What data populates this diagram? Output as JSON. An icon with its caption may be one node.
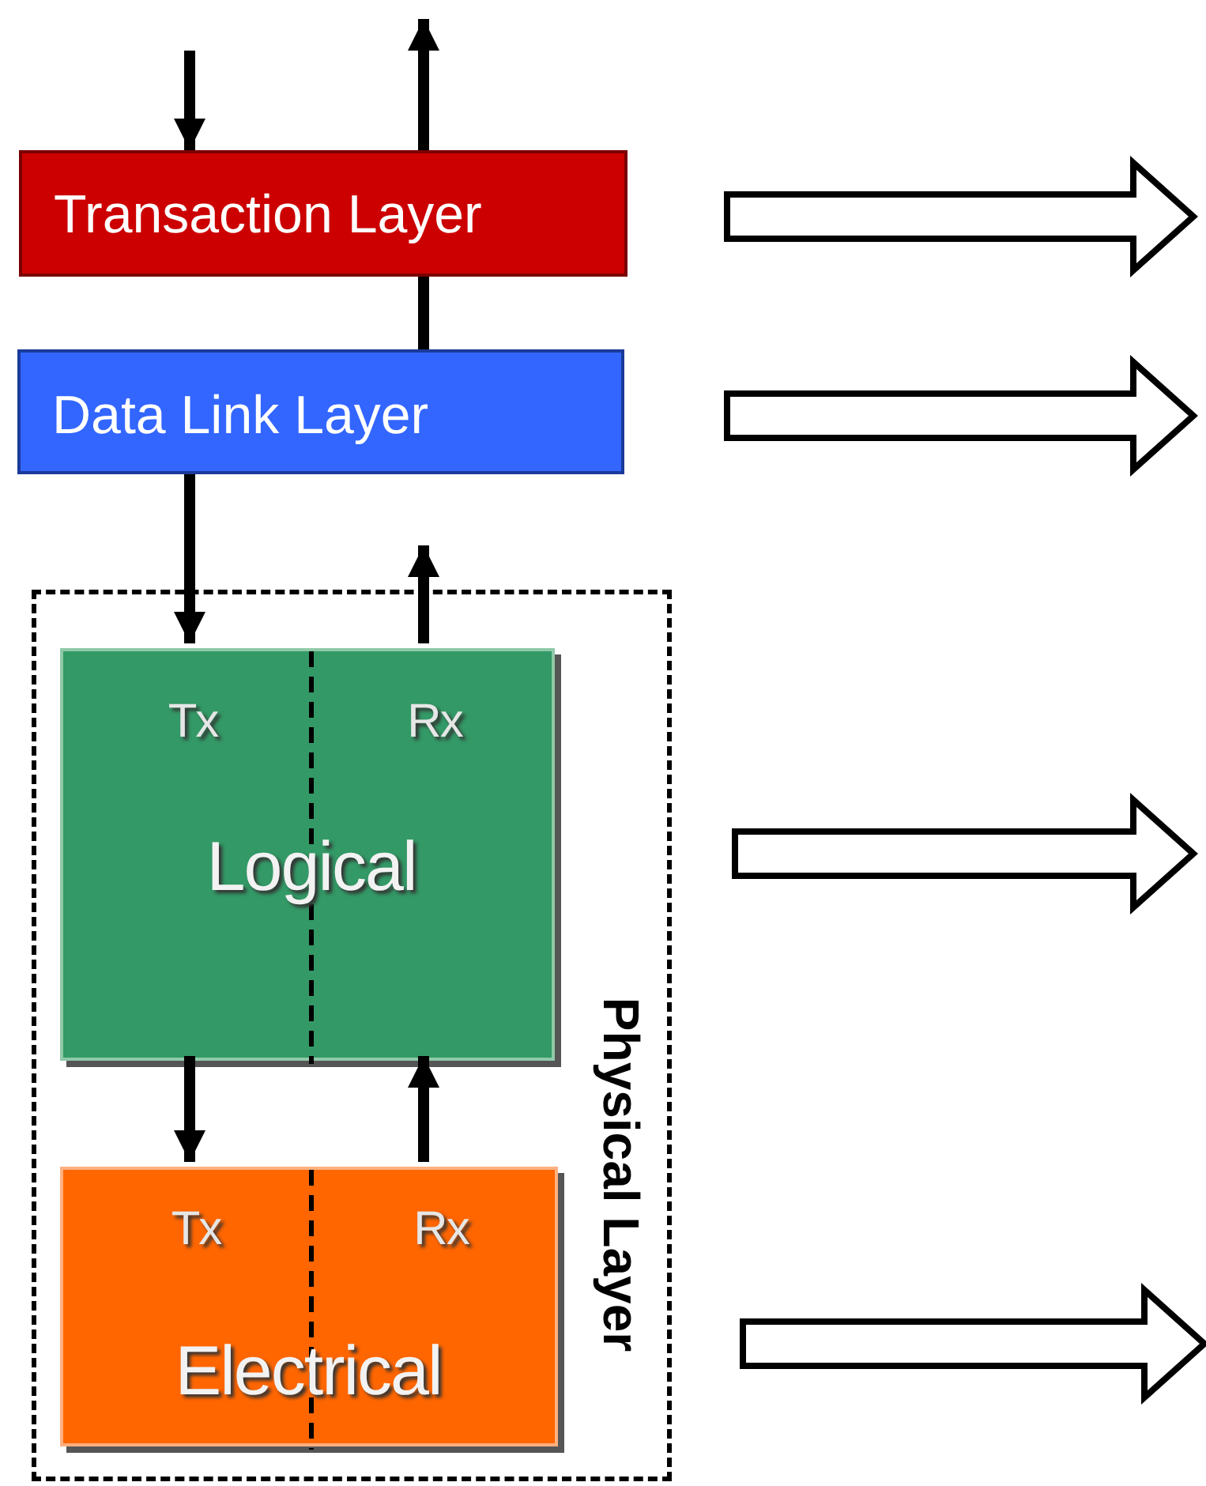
{
  "diagram": {
    "nodes": [
      {
        "text": [
          "Transaction Layer"
        ]
      },
      {
        "text": [
          "Data Link Layer"
        ]
      },
      {
        "text": [
          "Physical Layer"
        ]
      },
      {
        "text": [
          "Tx",
          "Rx",
          "Logical"
        ],
        "in": 2
      },
      {
        "text": [
          "Tx",
          "Rx",
          "Electrical"
        ],
        "in": 2
      }
    ],
    "edges": [
      {
        "from": null,
        "to": 0,
        "arrow": "to"
      },
      {
        "from": 1,
        "to": 0,
        "arrow": "none"
      },
      {
        "from": 0,
        "to": null,
        "arrow": "to"
      },
      {
        "from": 1,
        "to": 3,
        "arrow": "to"
      },
      {
        "from": 3,
        "to": null,
        "arrow": "to"
      },
      {
        "from": 3,
        "to": 4,
        "arrow": "to"
      },
      {
        "from": 4,
        "to": 3,
        "arrow": "to"
      }
    ]
  }
}
